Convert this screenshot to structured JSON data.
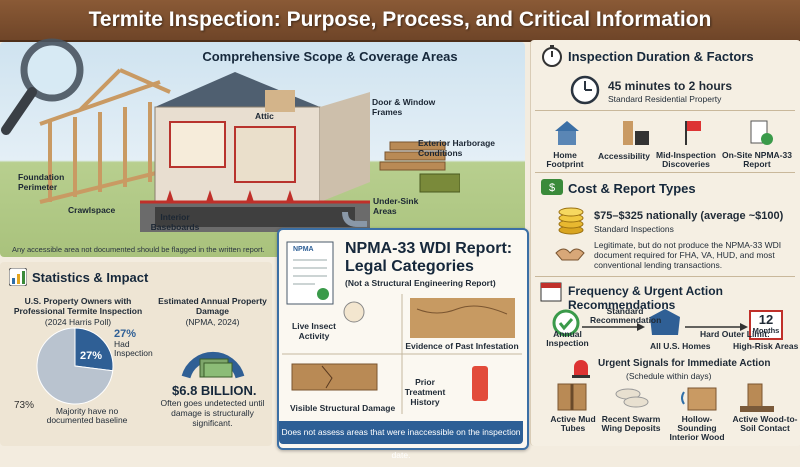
{
  "header": {
    "title": "Termite Inspection: Purpose, Process, and Critical Information"
  },
  "scope": {
    "title": "Comprehensive Scope & Coverage Areas",
    "labels": {
      "attic": "Attic",
      "door_window": "Door & Window Frames",
      "exterior": "Exterior Harborage Conditions",
      "foundation": "Foundation Perimeter",
      "crawlspace": "Crawlspace",
      "baseboards": "Interior Baseboards",
      "under_sink": "Under-Sink Areas"
    },
    "note": "Any accessible area not documented should be flagged in the written report."
  },
  "stats": {
    "title": "Statistics & Impact",
    "owners_heading": "U.S. Property Owners with Professional Termite Inspection",
    "owners_source": "(2024 Harris Poll)",
    "pie_inner_label": "27%",
    "pie_outer_label": "27%",
    "had_inspection": "Had Inspection",
    "pie_left_label": "73%",
    "majority_note": "Majority have no documented baseline",
    "pie_data": {
      "type": "pie",
      "values": [
        27,
        73
      ],
      "colors": [
        "#2f5f95",
        "#b9c3cf"
      ]
    },
    "damage_heading": "Estimated Annual Property Damage",
    "damage_source": "(NPMA, 2024)",
    "damage_value": "$6.8 BILLION.",
    "damage_note": "Often goes undetected until damage is structurally significant."
  },
  "npma": {
    "logo_text": "NPMA",
    "title": "NPMA-33 WDI Report: Legal Categories",
    "subtitle": "(Not a Structural Engineering Report)",
    "cells": {
      "live": "Live Insect Activity",
      "past": "Evidence of Past Infestation",
      "structural": "Visible Structural Damage",
      "prior": "Prior Treatment History"
    },
    "footer": "Does not assess areas that were inaccessible on the inspection date."
  },
  "duration": {
    "title": "Inspection Duration & Factors",
    "time": "45 minutes to 2 hours",
    "time_sub": "Standard Residential Property",
    "factors": [
      "Home Footprint",
      "Accessibility",
      "Mid-Inspection Discoveries",
      "On-Site NPMA-33 Report"
    ]
  },
  "cost": {
    "title": "Cost & Report Types",
    "price": "$75–$325 nationally (average ~$100)",
    "price_sub": "Standard Inspections",
    "note": "Legitimate, but do not produce the NPMA-33 WDI document required for FHA, VA, HUD, and most conventional lending transactions."
  },
  "frequency": {
    "title": "Frequency & Urgent Action Recommendations",
    "annual": "Annual Inspection",
    "standard_rec": "Standard Recommendation",
    "all_homes": "All U.S. Homes",
    "hard_outer": "Hard Outer Limit:",
    "months_num": "12",
    "months_word": "Months",
    "high_risk": "High-Risk Areas",
    "urgent_title": "Urgent Signals for Immediate Action",
    "urgent_sub": "(Schedule within days)",
    "signals": [
      "Active Mud Tubes",
      "Recent Swarm Wing Deposits",
      "Hollow-Sounding Interior Wood",
      "Active Wood-to-Soil Contact"
    ]
  },
  "icons": {
    "magnifier": "magnifier-icon",
    "clock": "stopwatch-icon",
    "coins": "coins-icon",
    "calendar": "calendar-icon",
    "chart": "bar-chart-icon",
    "siren": "siren-icon"
  }
}
